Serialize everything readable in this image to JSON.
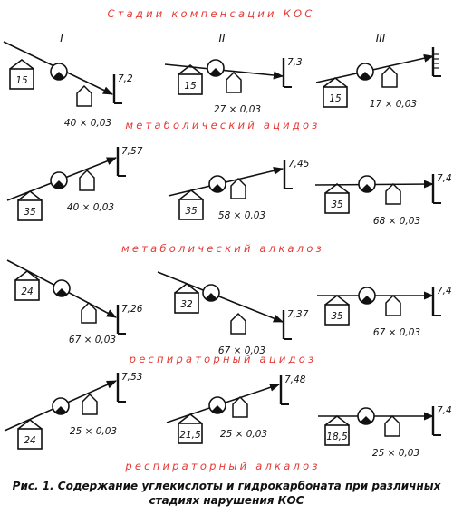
{
  "header": "Стадии компенсации КОС",
  "stages": [
    "I",
    "II",
    "III"
  ],
  "section_titles": [
    "метаболический ацидоз",
    "метаболический алкалоз",
    "респираторный ацидоз",
    "респираторный алкалоз"
  ],
  "rows": [
    [
      {
        "left": "15",
        "right": "40 × 0,03",
        "ph": "7,2"
      },
      {
        "left": "15",
        "right": "27 × 0,03",
        "ph": "7,3"
      },
      {
        "left": "15",
        "right": "17 × 0,03",
        "ph": ""
      }
    ],
    [
      {
        "left": "35",
        "right": "40 × 0,03",
        "ph": "7,57"
      },
      {
        "left": "35",
        "right": "58 × 0,03",
        "ph": "7,45"
      },
      {
        "left": "35",
        "right": "68 × 0,03",
        "ph": "7,4"
      }
    ],
    [
      {
        "left": "24",
        "right": "67 × 0,03",
        "ph": "7,26"
      },
      {
        "left": "32",
        "right": "67 × 0,03",
        "ph": "7,37"
      },
      {
        "left": "35",
        "right": "67 × 0,03",
        "ph": "7,4"
      }
    ],
    [
      {
        "left": "24",
        "right": "25 × 0,03",
        "ph": "7,53"
      },
      {
        "left": "21,5",
        "right": "25 × 0,03",
        "ph": "7,48"
      },
      {
        "left": "18,5",
        "right": "25 × 0,03",
        "ph": "7,4"
      }
    ]
  ],
  "caption_line1": "Рис. 1. Содержание углекислоты и гидрокарбоната при различных",
  "caption_line2": "стадиях нарушения КОС"
}
